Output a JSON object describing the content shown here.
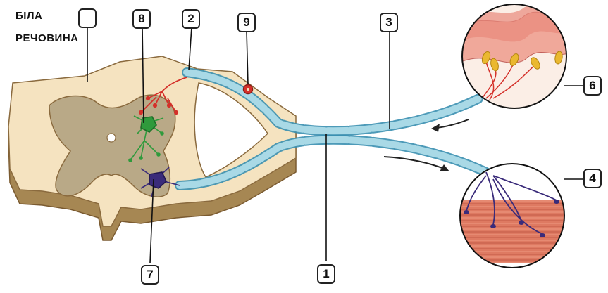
{
  "title_line1": "БІЛА",
  "title_line2": "РЕЧОВИНА",
  "labels": [
    "1",
    "2",
    "3",
    "4",
    "6",
    "7",
    "8",
    "9"
  ],
  "colors": {
    "white_matter": "#f5e3c0",
    "grey_matter": "#b9a987",
    "outline": "#8a6a3e",
    "myelin": "#a9d9e6",
    "sensory_neuron": "#d4302a",
    "interneuron": "#2f9a3c",
    "motor_neuron": "#3a2b7a",
    "skin": "#f0a89a",
    "muscle": "#d9705a",
    "receptor": "#eab830"
  }
}
